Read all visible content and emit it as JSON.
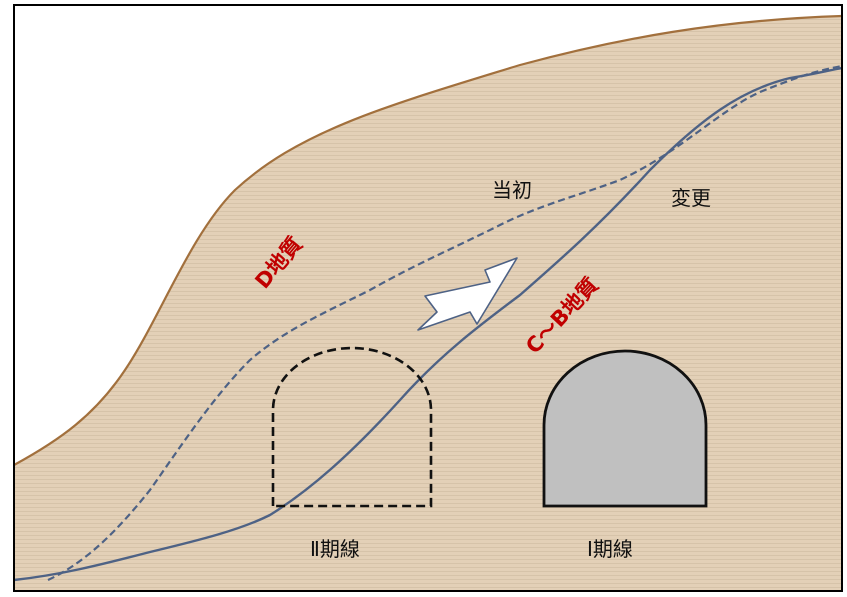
{
  "labels": {
    "initial_line": "当初",
    "revised_line": "変更",
    "d_geology": "D地質",
    "cb_geology": "C～B地質",
    "phase2_line": "Ⅱ期線",
    "phase1_line": "Ⅰ期線"
  },
  "colors": {
    "ground_fill": "#e2cfb6",
    "ground_hatch": "#d2bfa5",
    "surface_line": "#a2703d",
    "boundary_line": "#4e6285",
    "geology_text": "#c00000",
    "tunnel_fill": "#c0c0c0"
  }
}
